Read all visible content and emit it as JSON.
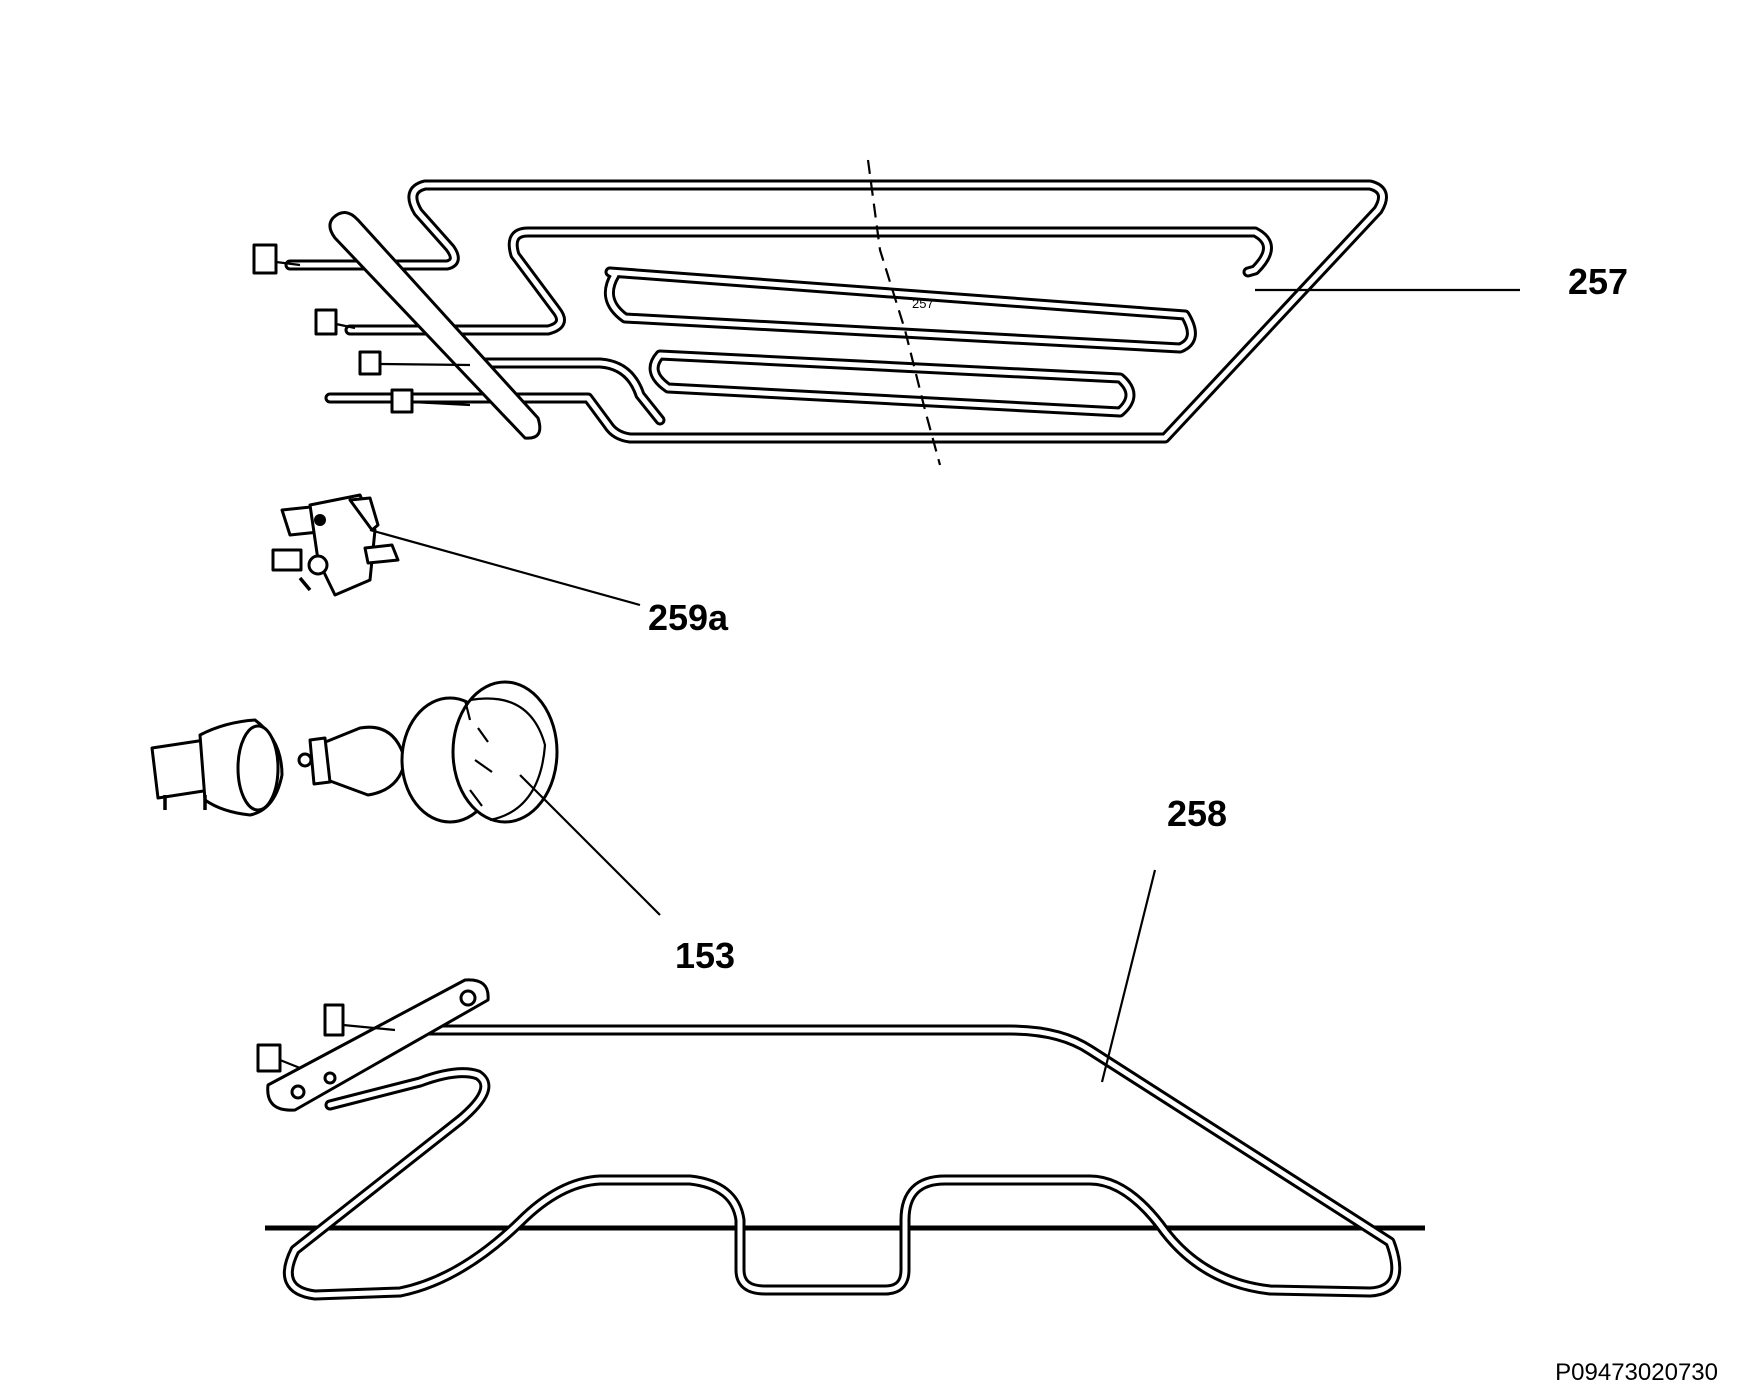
{
  "labels": {
    "upper_heating_element": "257",
    "lower_heating_element": "258",
    "thermal_fuse": "259a",
    "oven_lamp": "153",
    "element_stamp": "257"
  },
  "drawing_code": "P09473020730"
}
